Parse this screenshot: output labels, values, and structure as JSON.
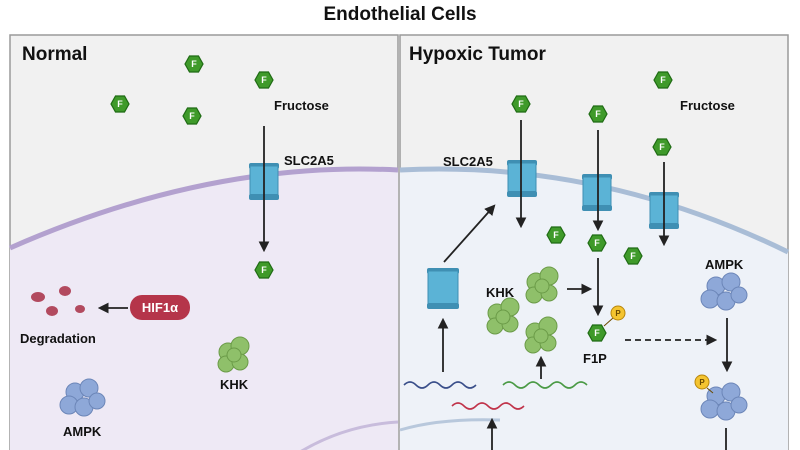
{
  "title": "Endothelial Cells",
  "panels": {
    "normal": {
      "title": "Normal",
      "fructose_label": "Fructose",
      "transporter_label": "SLC2A5",
      "hif_label": "HIF1α",
      "degradation_label": "Degradation",
      "khk_label": "KHK",
      "ampk_label": "AMPK"
    },
    "hypoxic": {
      "title": "Hypoxic Tumor",
      "fructose_label": "Fructose",
      "transporter_label": "SLC2A5",
      "khk_label": "KHK",
      "f1p_label": "F1P",
      "ampk_label": "AMPK"
    }
  },
  "symbols": {
    "fructose_letter": "F",
    "phosphate_letter": "P"
  },
  "colors": {
    "fructose_fill": "#3f9a2a",
    "fructose_stroke": "#1f6b14",
    "cytoplasm": "#eee9f5",
    "cytoplasm_hypoxic": "#eef2f8",
    "membrane": "#b3a1cf",
    "membrane_hypoxic": "#a9bdd6",
    "extracellular": "#f1f1f1",
    "transporter": "#5bb3d6",
    "khk": "#8fc06a",
    "ampk": "#8ea8d8",
    "hif": "#b5354a",
    "degradation_dots": "#b24a5f",
    "phosphate": "#f4c430",
    "panel_border": "#9a9a9a"
  }
}
